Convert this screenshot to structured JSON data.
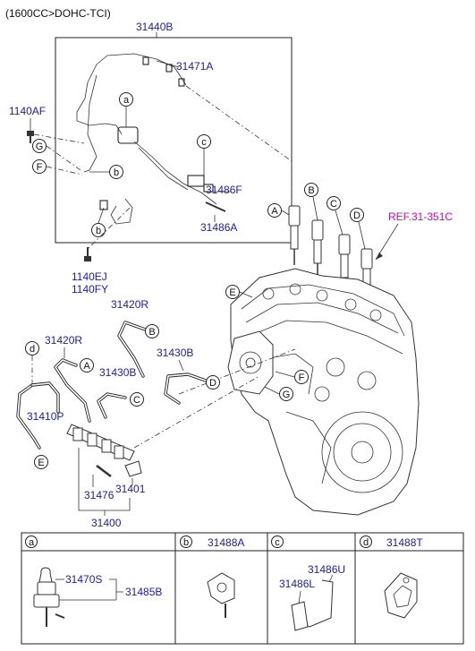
{
  "header": {
    "engine_label": "(1600CC>DOHC-TCI)"
  },
  "labels": {
    "p31440B": "31440B",
    "p31471A": "31471A",
    "p1140AF": "1140AF",
    "p31486F": "31486F",
    "p31486A": "31486A",
    "p1140EJ": "1140EJ",
    "p1140FY": "1140FY",
    "ref": "REF.31-351C",
    "p31420R_top": "31420R",
    "p31420R_left": "31420R",
    "p31430B_right": "31430B",
    "p31430B_mid": "31430B",
    "p31410P": "31410P",
    "p31476": "31476",
    "p31401": "31401",
    "p31400": "31400"
  },
  "callouts": {
    "a": "a",
    "b": "b",
    "c": "c",
    "d": "d",
    "A": "A",
    "B": "B",
    "C": "C",
    "D": "D",
    "E": "E",
    "F": "F",
    "G": "G"
  },
  "table": {
    "cells": [
      {
        "letter": "a",
        "part": "",
        "sub_parts": [
          "31470S",
          "31485B"
        ]
      },
      {
        "letter": "b",
        "part": "31488A",
        "sub_parts": []
      },
      {
        "letter": "c",
        "part": "",
        "sub_parts": [
          "31486U",
          "31486L"
        ]
      },
      {
        "letter": "d",
        "part": "31488T",
        "sub_parts": []
      }
    ]
  }
}
